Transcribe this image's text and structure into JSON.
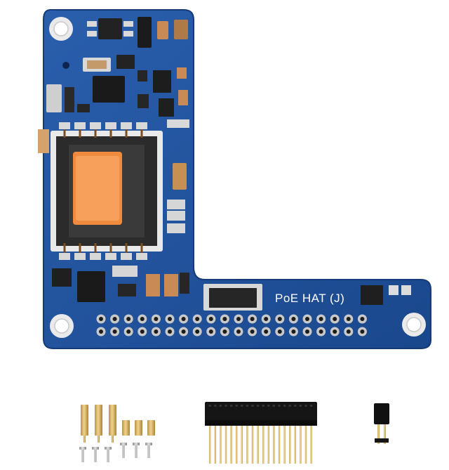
{
  "board": {
    "label": "PoE HAT (J)",
    "pcb_color": "#1d4f9a",
    "edge_color": "#163f80",
    "transformer_core_color": "#f08a3c"
  },
  "accessories": {
    "standoffs_long": 3,
    "standoffs_short": 3,
    "screws": 6,
    "header_pins": 40,
    "jumper_caps": 1
  }
}
